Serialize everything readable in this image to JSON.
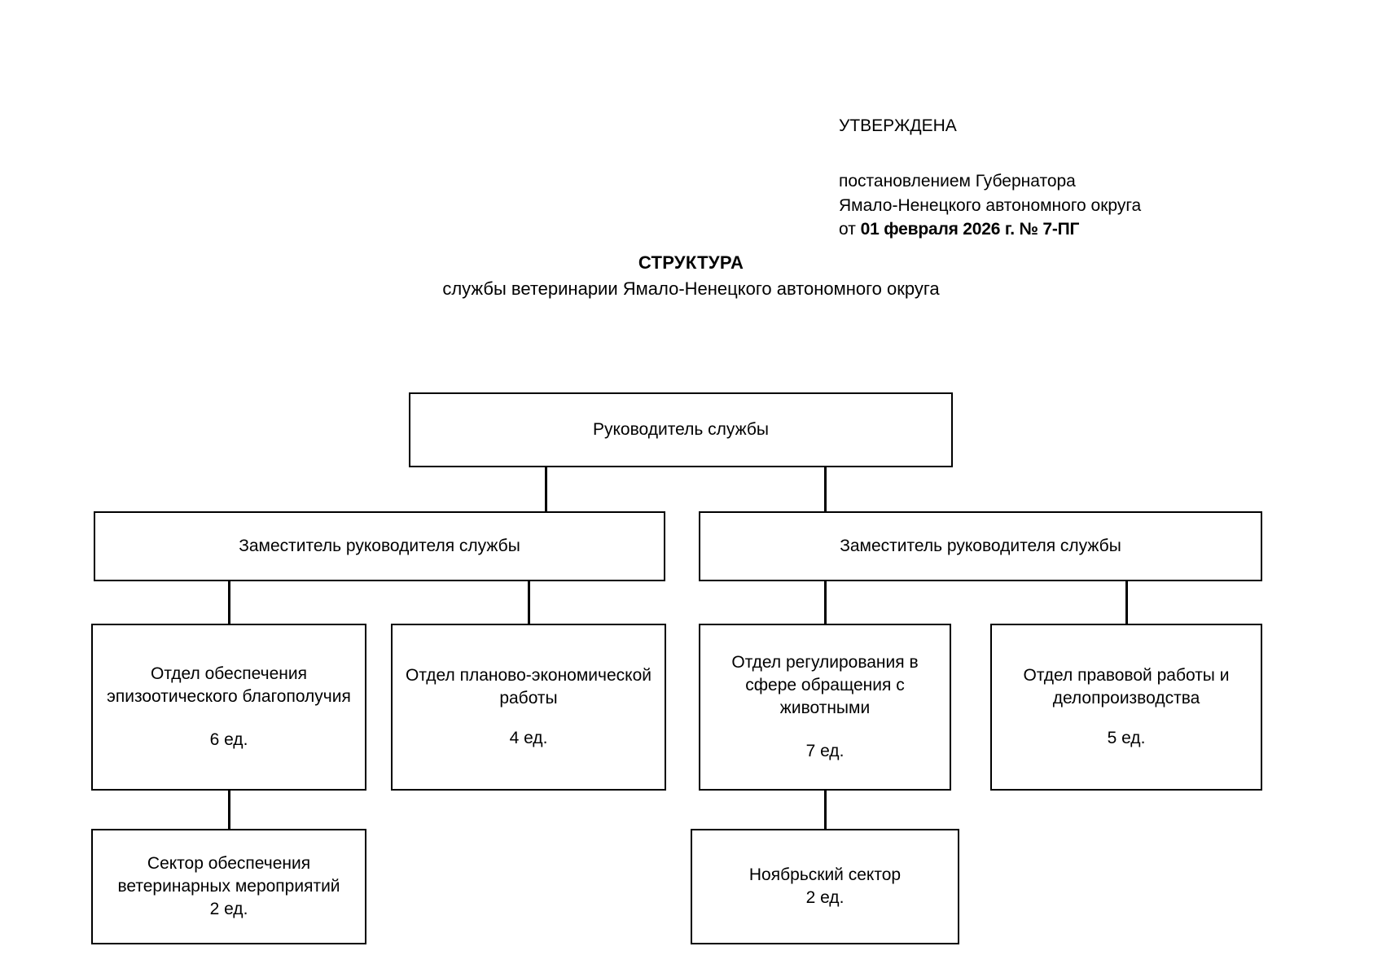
{
  "approval": {
    "title": "УТВЕРЖДЕНА",
    "line1": "постановлением Губернатора",
    "line2": "Ямало-Ненецкого автономного округа",
    "line3_prefix": "от ",
    "line3_doc": "01 февраля 2026 г. № 7-ПГ"
  },
  "document": {
    "title": "СТРУКТУРА",
    "subtitle": "службы ветеринарии Ямало-Ненецкого автономного округа"
  },
  "chart_data": {
    "type": "diagram",
    "title": "СТРУКТУРА службы ветеринарии Ямало-Ненецкого автономного округа",
    "layout": "top-down organizational hierarchy",
    "nodes": [
      {
        "id": "root",
        "label": "Руководитель службы",
        "count": "",
        "level": 0
      },
      {
        "id": "dep-l",
        "label": "Заместитель руководителя службы",
        "count": "",
        "level": 1
      },
      {
        "id": "dep-r",
        "label": "Заместитель руководителя службы",
        "count": "",
        "level": 1
      },
      {
        "id": "d1",
        "label": "Отдел обеспечения эпизоотического благополучия",
        "count": "6 ед.",
        "level": 2
      },
      {
        "id": "d2",
        "label": "Отдел планово-экономической работы",
        "count": "4 ед.",
        "level": 2
      },
      {
        "id": "d3",
        "label": "Отдел регулирования в сфере обращения с животными",
        "count": "7 ед.",
        "level": 2
      },
      {
        "id": "d4",
        "label": "Отдел правовой работы и делопроизводства",
        "count": "5 ед.",
        "level": 2
      },
      {
        "id": "s1",
        "label": "Сектор обеспечения ветеринарных мероприятий",
        "count": "2 ед.",
        "level": 3
      },
      {
        "id": "s2",
        "label": "Ноябрьский сектор",
        "count": "2 ед.",
        "level": 3
      }
    ],
    "edges": [
      {
        "from": "root",
        "to": "dep-l"
      },
      {
        "from": "root",
        "to": "dep-r"
      },
      {
        "from": "dep-l",
        "to": "d1"
      },
      {
        "from": "dep-l",
        "to": "d2"
      },
      {
        "from": "dep-r",
        "to": "d3"
      },
      {
        "from": "dep-r",
        "to": "d4"
      },
      {
        "from": "d1",
        "to": "s1"
      },
      {
        "from": "d3",
        "to": "s2"
      }
    ],
    "colors": {
      "box_border": "#000000",
      "box_fill": "#ffffff",
      "text": "#000000"
    }
  }
}
